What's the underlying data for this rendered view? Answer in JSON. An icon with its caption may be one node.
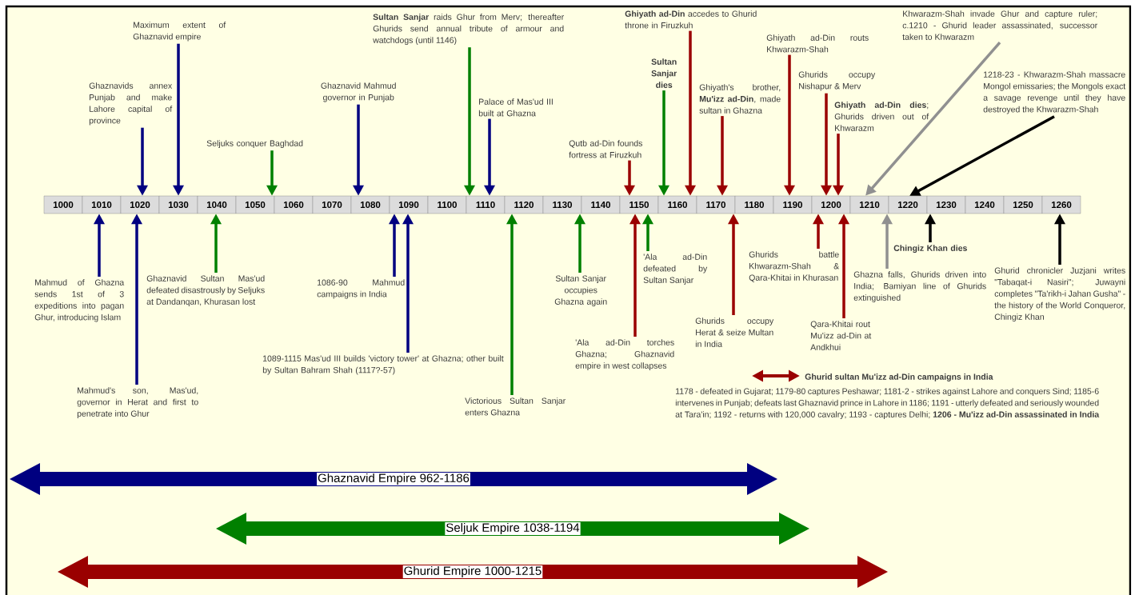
{
  "diagram": {
    "nodes": [
      {
        "text": [
          "1000"
        ]
      },
      {
        "text": [
          "1010"
        ]
      },
      {
        "text": [
          "1020"
        ]
      },
      {
        "text": [
          "1030"
        ]
      },
      {
        "text": [
          "1040"
        ]
      },
      {
        "text": [
          "1050"
        ]
      },
      {
        "text": [
          "1060"
        ]
      },
      {
        "text": [
          "1070"
        ]
      },
      {
        "text": [
          "1080"
        ]
      },
      {
        "text": [
          "1090"
        ]
      },
      {
        "text": [
          "1100"
        ]
      },
      {
        "text": [
          "1110"
        ]
      },
      {
        "text": [
          "1120"
        ]
      },
      {
        "text": [
          "1130"
        ]
      },
      {
        "text": [
          "1140"
        ]
      },
      {
        "text": [
          "1150"
        ]
      },
      {
        "text": [
          "1160"
        ]
      },
      {
        "text": [
          "1170"
        ]
      },
      {
        "text": [
          "1180"
        ]
      },
      {
        "text": [
          "1190"
        ]
      },
      {
        "text": [
          "1200"
        ]
      },
      {
        "text": [
          "1210"
        ]
      },
      {
        "text": [
          "1220"
        ]
      },
      {
        "text": [
          "1230"
        ]
      },
      {
        "text": [
          "1240"
        ]
      },
      {
        "text": [
          "1250"
        ]
      },
      {
        "text": [
          "1260"
        ]
      },
      {
        "text": [
          "Maximum extent of Ghaznavid empire"
        ]
      },
      {
        "text": [
          "Ghaznavids annex Punjab and make Lahore capital of province"
        ]
      },
      {
        "text": [
          "Seljuks conquer Baghdad"
        ]
      },
      {
        "text": [
          "Ghaznavid Mahmud governor in Punjab"
        ]
      },
      {
        "text": [
          "**Sultan Sanjar** raids Ghur from Merv; thereafter Ghurids send annual tribute of armour and watchdogs (until 1146)"
        ]
      },
      {
        "text": [
          "Palace of Mas'ud III built at Ghazna"
        ]
      },
      {
        "text": [
          "Qutb ad-Din founds fortress at Firuzkuh"
        ]
      },
      {
        "text": [
          "Sultan Sanjar dies"
        ]
      },
      {
        "text": [
          "**Ghiyath ad-Din** accedes to Ghurid throne in Firuzkuh"
        ]
      },
      {
        "text": [
          "Ghiyath's brother, **Mu'izz ad-Din**, made sultan in Ghazna"
        ]
      },
      {
        "text": [
          "Ghiyath ad-Din routs Khwarazm-Shah"
        ]
      },
      {
        "text": [
          "Ghurids occupy Nishapur & Merv"
        ]
      },
      {
        "text": [
          "**Ghiyath ad-Din dies**; Ghurids driven out of Khwarazm"
        ]
      },
      {
        "text": [
          "Khwarazm-Shah invade Ghur and capture ruler; c.1210 - Ghurid leader assassinated, successor taken to Khwarazm"
        ]
      },
      {
        "text": [
          "1218-23 - Khwarazm-Shah massacre Mongol emissaries; the Mongols exact a savage revenge until they have destroyed the Khwarazm-Shah"
        ]
      },
      {
        "text": [
          "Mahmud of Ghazna sends 1st of 3 expeditions into pagan Ghur, introducing Islam"
        ]
      },
      {
        "text": [
          "Mahmud's son, Mas'ud, governor in Herat and first to penetrate into Ghur"
        ]
      },
      {
        "text": [
          "Ghaznavid Sultan Mas'ud defeated disastrously by Seljuks at Dandanqan, Khurasan lost"
        ]
      },
      {
        "text": [
          "1086-90 Mahmud campaigns in India"
        ]
      },
      {
        "text": [
          "1089-1115 Mas'ud III builds 'victory tower' at Ghazna; other built by Sultan Bahram Shah (1117?-57)"
        ]
      },
      {
        "text": [
          "Victorious Sultan Sanjar enters Ghazna"
        ]
      },
      {
        "text": [
          "Sultan Sanjar occupies Ghazna again"
        ]
      },
      {
        "text": [
          "'Ala ad-Din torches Ghazna; Ghaznavid empire in west collapses"
        ]
      },
      {
        "text": [
          "'Ala ad-Din defeated by Sultan Sanjar"
        ]
      },
      {
        "text": [
          "Ghurids occupy Herat & seize Multan in India"
        ]
      },
      {
        "text": [
          "Ghurids battle Khwarazm-Shah & Qara-Khitai in Khurasan"
        ]
      },
      {
        "text": [
          "Qara-Khitai rout Mu'izz ad-Din at Andkhui"
        ]
      },
      {
        "text": [
          "Ghazna falls, Ghurids driven into India; Bamiyan line of Ghurids extinguished"
        ]
      },
      {
        "text": [
          "Chingiz Khan dies"
        ]
      },
      {
        "text": [
          "Ghurid chronicler Juzjani writes \"Tabaqat-i Nasiri\"; Juwayni completes \"Ta'rikh-i Jahan Gusha\" - the history of the World Conqueror, Chingiz Khan"
        ]
      },
      {
        "text": [
          "Ghaznavid Empire 962-1186"
        ]
      },
      {
        "text": [
          "Seljuk Empire 1038-1194"
        ]
      },
      {
        "text": [
          "Ghurid Empire 1000-1215"
        ]
      }
    ],
    "edges": [
      {
        "from": 27,
        "to": 3,
        "arrow": "to",
        "color": "#000080"
      },
      {
        "from": 28,
        "to": 2,
        "arrow": "to",
        "color": "#000080"
      },
      {
        "from": 29,
        "to": 5,
        "arrow": "to",
        "color": "#008000"
      },
      {
        "from": 30,
        "to": 8,
        "arrow": "to",
        "color": "#000080"
      },
      {
        "from": 31,
        "to": 11,
        "arrow": "to",
        "color": "#008000"
      },
      {
        "from": 32,
        "to": 11,
        "arrow": "to",
        "color": "#000080"
      },
      {
        "from": 33,
        "to": 15,
        "arrow": "to"
      },
      {
        "from": 34,
        "to": 16,
        "arrow": "to",
        "color": "#008000"
      },
      {
        "from": 35,
        "to": 16,
        "arrow": "to"
      },
      {
        "from": 36,
        "to": 17,
        "arrow": "to"
      },
      {
        "from": 37,
        "to": 19,
        "arrow": "to"
      },
      {
        "from": 38,
        "to": 20,
        "arrow": "to"
      },
      {
        "from": 39,
        "to": 20,
        "arrow": "to"
      },
      {
        "from": 40,
        "to": 21,
        "arrow": "to",
        "color": "#909090"
      },
      {
        "from": 41,
        "to": 22,
        "arrow": "to",
        "color": "#000000"
      },
      {
        "from": 42,
        "to": 1,
        "arrow": "to",
        "color": "#000080"
      },
      {
        "from": 43,
        "to": 2,
        "arrow": "to",
        "color": "#000080"
      },
      {
        "from": 44,
        "to": 4,
        "arrow": "to",
        "color": "#008000"
      },
      {
        "from": 45,
        "to": 9,
        "arrow": "to",
        "color": "#000080"
      },
      {
        "from": 46,
        "to": 9,
        "arrow": "to",
        "color": "#000080"
      },
      {
        "from": 47,
        "to": 12,
        "arrow": "to",
        "color": "#008000"
      },
      {
        "from": 48,
        "to": 13,
        "arrow": "to",
        "color": "#008000"
      },
      {
        "from": 49,
        "to": 15,
        "arrow": "to"
      },
      {
        "from": 50,
        "to": 15,
        "arrow": "to",
        "color": "#008000"
      },
      {
        "from": 51,
        "to": 17,
        "arrow": "to"
      },
      {
        "from": 52,
        "to": 20,
        "arrow": "to"
      },
      {
        "from": 53,
        "to": 20,
        "arrow": "to"
      },
      {
        "from": 54,
        "to": 21,
        "arrow": "to",
        "color": "#909090"
      },
      {
        "from": 55,
        "to": 23,
        "arrow": "to",
        "color": "#000000"
      },
      {
        "from": 56,
        "to": 26,
        "arrow": "to",
        "color": "#000000"
      }
    ],
    "labels": [
      "1178 - defeated in Gujarat; 1179-80 captures Peshawar; 1181-2 - strikes against Lahore and conquers Sind; 1185-6 intervenes in Punjab; defeats last Ghaznavid prince in Lahore in 1186; 1191 - utterly defeated and seriously wounded at Tara'in; 1192 - returns with 120,000 cavalry; 1193 - captures Delhi; **1206 - Mu'izz ad-Din assassinated in India**"
    ],
    "legend": [
      {
        "text": "Ghurid sultan Mu'izz ad-Din campaigns in India"
      }
    ]
  }
}
